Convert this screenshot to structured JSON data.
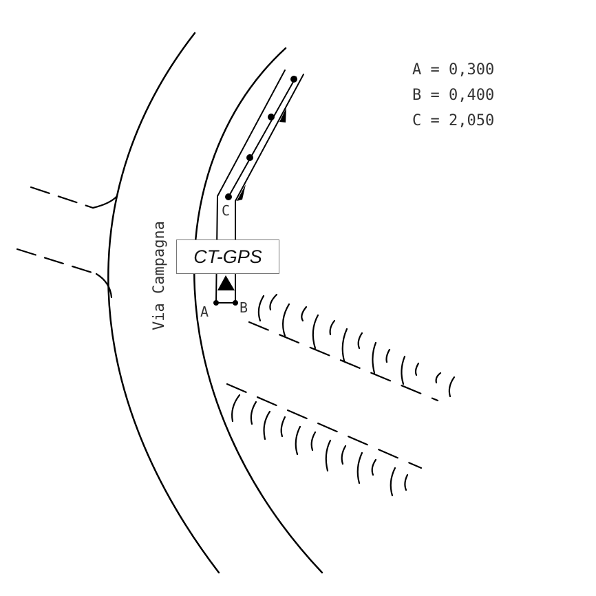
{
  "road_name": "Via Campagna",
  "box_label": "CT-GPS",
  "points": [
    {
      "name": "A",
      "value": "0,300"
    },
    {
      "name": "B",
      "value": "0,400"
    },
    {
      "name": "C",
      "value": "2,050"
    }
  ],
  "legend": {
    "a": "A = 0,300",
    "b": "B = 0,400",
    "c": "C = 2,050"
  },
  "colors": {
    "ink": "#000000",
    "text": "#333333"
  }
}
